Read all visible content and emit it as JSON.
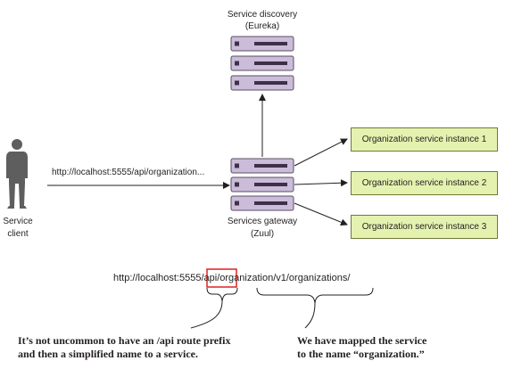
{
  "discovery": {
    "title": "Service discovery",
    "subtitle": "(Eureka)"
  },
  "gateway": {
    "title": "Services gateway",
    "subtitle": "(Zuul)"
  },
  "client": {
    "line1": "Service",
    "line2": "client"
  },
  "request_url": "http://localhost:5555/api/organization...",
  "instances": [
    "Organization service instance 1",
    "Organization service instance 2",
    "Organization service instance 3"
  ],
  "route_url": {
    "prefix": "http://localhost:555",
    "highlighted": "5/api/o",
    "suffix": "rganization/v1/organizations/"
  },
  "annotations": {
    "left": {
      "line1": "It’s not uncommon to have an /api route prefix",
      "line2": "and then a simplified name to a service."
    },
    "right": {
      "line1": "We have mapped the service",
      "line2": "to the name “organization.”"
    }
  },
  "colors": {
    "server_fill": "#cbbdd9",
    "server_stroke": "#5a4e66",
    "instance_fill": "#e4f2b0",
    "highlight": "#e02020",
    "person": "#5e5e5e"
  }
}
